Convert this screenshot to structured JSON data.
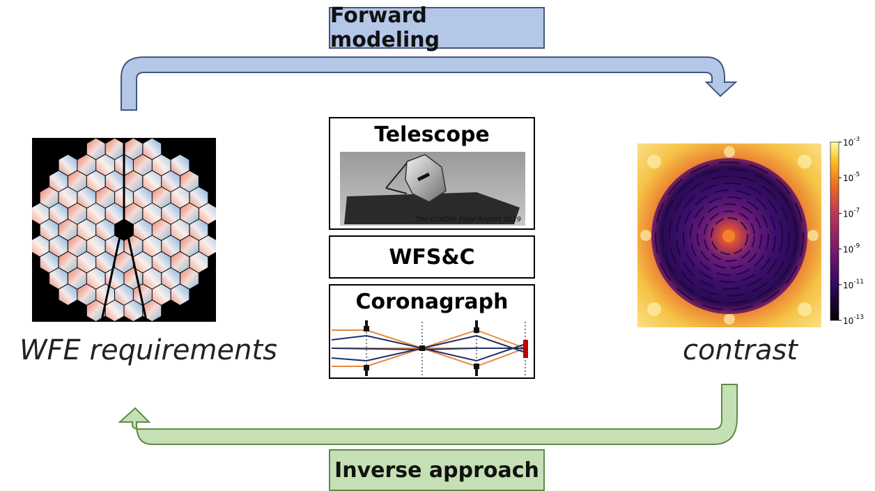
{
  "forward_label": "Forward modeling",
  "inverse_label": "Inverse approach",
  "blocks": {
    "telescope": "Telescope",
    "telescope_credit": "The LUVOIR Final Report 2019",
    "wfsc": "WFS&C",
    "coronagraph": "Coronagraph"
  },
  "left_caption": "WFE requirements",
  "right_caption": "contrast",
  "colorbar": {
    "ticks": [
      "10^-3",
      "10^-5",
      "10^-7",
      "10^-9",
      "10^-11",
      "10^-13"
    ]
  },
  "colors": {
    "forward_fill": "#b4c7e7",
    "forward_stroke": "#41577f",
    "inverse_fill": "#c5e0b4",
    "inverse_stroke": "#5f8a46",
    "wfe_positive": "#e8806a",
    "wfe_negative": "#6fa7d6",
    "ray_orange": "#e8883a",
    "ray_navy": "#1f2f66",
    "stop_red": "#c00000"
  }
}
